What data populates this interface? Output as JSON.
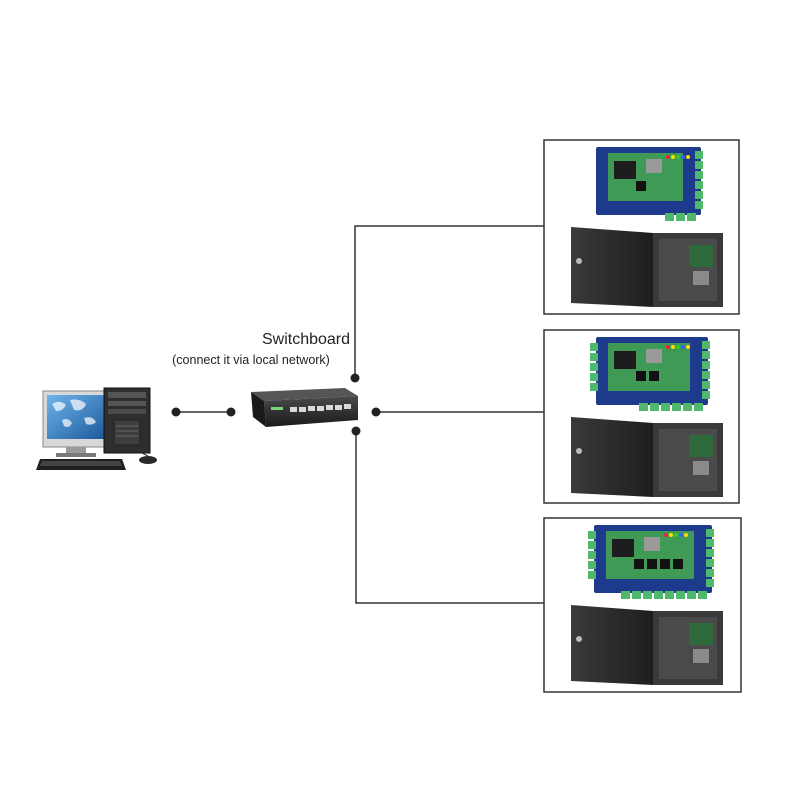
{
  "switchboard": {
    "title": "Switchboard",
    "subtitle": "(connect it via local network)"
  },
  "nodes": {
    "computer": "computer-icon",
    "switch": "network-switch-icon",
    "controllers": [
      {
        "board": "access-control-board-1-door",
        "cabinet": "metal-cabinet"
      },
      {
        "board": "access-control-board-2-door",
        "cabinet": "metal-cabinet"
      },
      {
        "board": "access-control-board-4-door",
        "cabinet": "metal-cabinet"
      }
    ]
  },
  "colors": {
    "line": "#333333",
    "board_blue": "#1e3a8c",
    "board_green": "#3e9a55",
    "terminal_green": "#4fb86a",
    "cabinet": "#2b2b2b",
    "switch_body": "#2a2a2a"
  }
}
